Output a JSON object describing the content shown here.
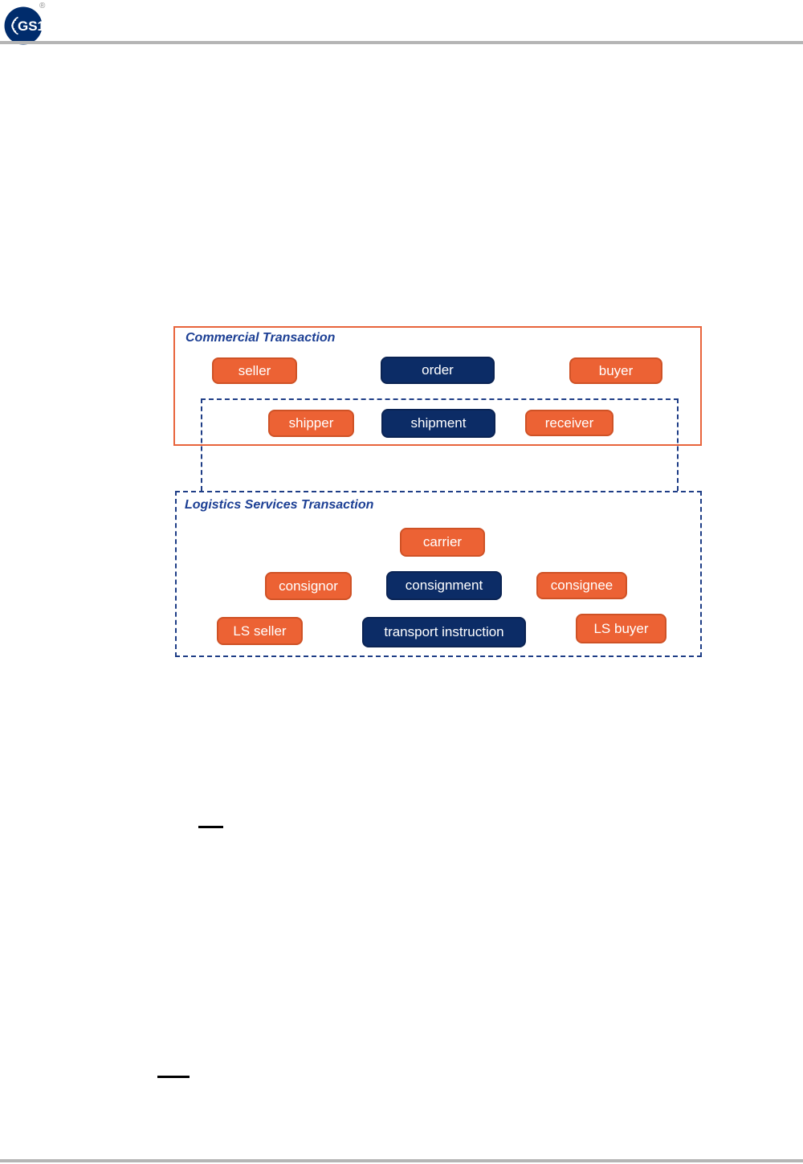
{
  "header": {
    "logo_text": "GS1",
    "registered_mark": "®"
  },
  "diagram": {
    "commercial_title": "Commercial Transaction",
    "logistics_title": "Logistics Services Transaction",
    "boxes": {
      "seller": "seller",
      "order": "order",
      "buyer": "buyer",
      "shipper": "shipper",
      "shipment": "shipment",
      "receiver": "receiver",
      "carrier": "carrier",
      "consignor": "consignor",
      "consignment": "consignment",
      "consignee": "consignee",
      "ls_seller": "LS seller",
      "transport_instruction": "transport instruction",
      "ls_buyer": "LS buyer"
    },
    "colors": {
      "party_orange": "#ec6234",
      "document_navy": "#0c2c66",
      "frame_orange": "#e8643c",
      "frame_dash_blue": "#1e3d86",
      "title_blue": "#1c3f94",
      "rule_gray": "#b5b5b5",
      "logo_navy": "#002c6c"
    }
  }
}
